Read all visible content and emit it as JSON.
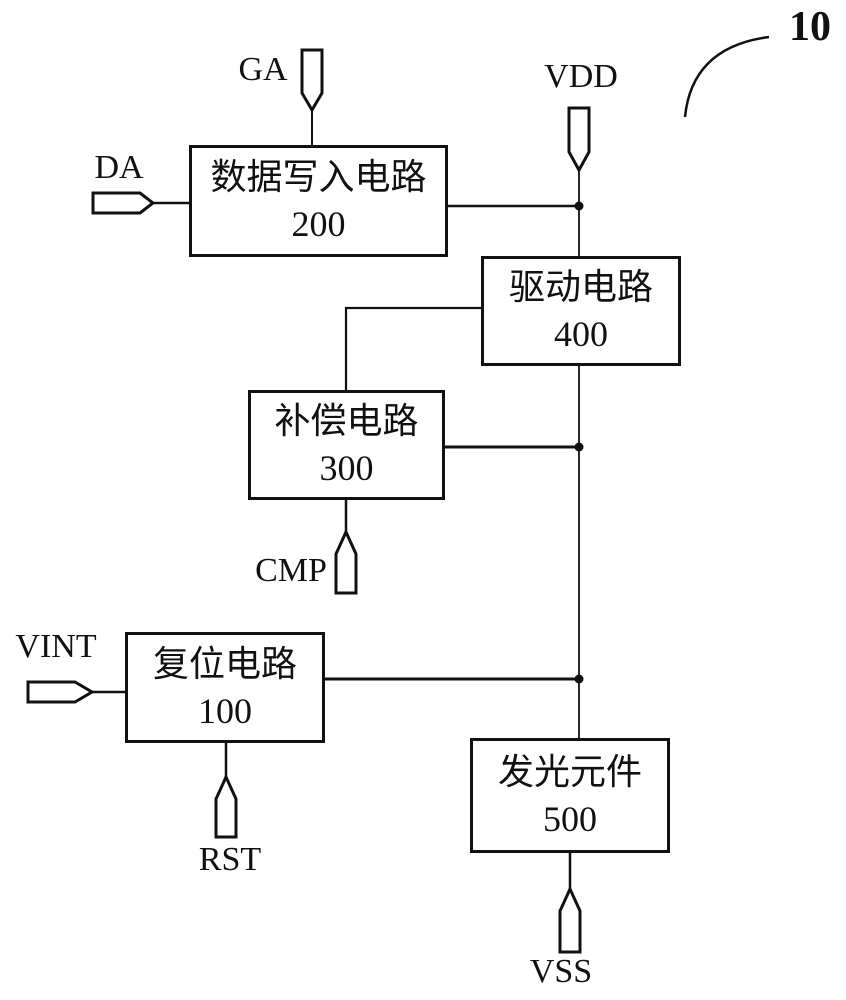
{
  "figure": {
    "reference_number": "10",
    "blocks": [
      {
        "name": "数据写入电路",
        "number": "200"
      },
      {
        "name": "驱动电路",
        "number": "400"
      },
      {
        "name": "补偿电路",
        "number": "300"
      },
      {
        "name": "复位电路",
        "number": "100"
      },
      {
        "name": "发光元件",
        "number": "500"
      }
    ],
    "terminals": {
      "ga": "GA",
      "da": "DA",
      "vdd": "VDD",
      "cmp": "CMP",
      "vint": "VINT",
      "rst": "RST",
      "vss": "VSS"
    },
    "colors": {
      "line": "#111111",
      "background": "#ffffff"
    }
  }
}
